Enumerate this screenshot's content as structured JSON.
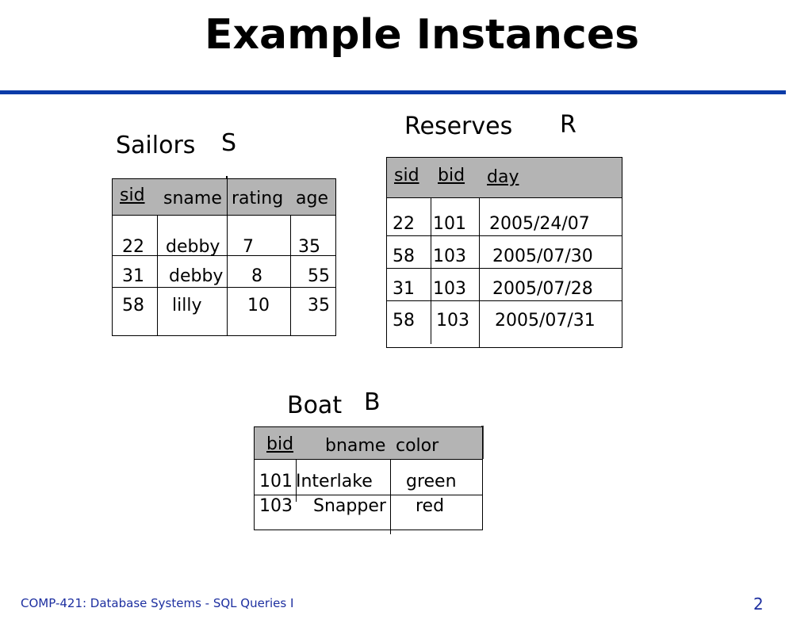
{
  "title": "Example Instances",
  "colors": {
    "rule": "#0b3ba8",
    "header_fill": "#b4b4b4",
    "footer_text": "#1d2fa0"
  },
  "sailors": {
    "label": "Sailors",
    "letter": "S",
    "headers": {
      "sid": "sid",
      "sname": "sname",
      "rating": "rating",
      "age": "age"
    },
    "rows": [
      {
        "sid": "22",
        "sname": "debby",
        "rating": "7",
        "age": "35"
      },
      {
        "sid": "31",
        "sname": "debby",
        "rating": "8",
        "age": "55"
      },
      {
        "sid": "58",
        "sname": "lilly",
        "rating": "10",
        "age": "35"
      }
    ]
  },
  "reserves": {
    "label": "Reserves",
    "letter": "R",
    "headers": {
      "sid": "sid",
      "bid": "bid",
      "day": "day"
    },
    "rows": [
      {
        "sid": "22",
        "bid": "101",
        "day": "2005/24/07"
      },
      {
        "sid": "58",
        "bid": "103",
        "day": "2005/07/30"
      },
      {
        "sid": "31",
        "bid": "103",
        "day": "2005/07/28"
      },
      {
        "sid": "58",
        "bid": "103",
        "day": "2005/07/31"
      }
    ]
  },
  "boat": {
    "label": "Boat",
    "letter": "B",
    "headers": {
      "bid": "bid",
      "bname": "bname",
      "color": "color"
    },
    "rows": [
      {
        "bid": "101",
        "bname": "Interlake",
        "color": "green"
      },
      {
        "bid": "103",
        "bname": "Snapper",
        "color": "red"
      }
    ]
  },
  "footer": {
    "course": "COMP-421: Database Systems - SQL Queries I",
    "page": "2"
  }
}
